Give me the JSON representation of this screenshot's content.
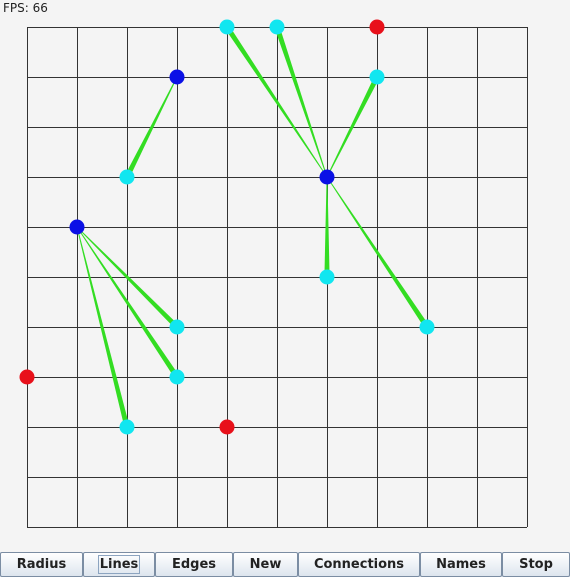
{
  "status": {
    "fps_text": "FPS: 66"
  },
  "grid": {
    "columns": 10,
    "rows": 10
  },
  "colors": {
    "background": "#f4f4f4",
    "grid_line": "#333333",
    "connection": "#33dd22",
    "node_cyan": "#11e6f0",
    "node_blue": "#0a10e6",
    "node_red": "#e8101a"
  },
  "nodes": [
    {
      "id": "c1",
      "type": "cyan",
      "col": 4,
      "row": 0
    },
    {
      "id": "c2",
      "type": "cyan",
      "col": 5,
      "row": 0
    },
    {
      "id": "r1",
      "type": "red",
      "col": 7,
      "row": 0
    },
    {
      "id": "b1",
      "type": "blue",
      "col": 3,
      "row": 1
    },
    {
      "id": "c3",
      "type": "cyan",
      "col": 7,
      "row": 1
    },
    {
      "id": "c4",
      "type": "cyan",
      "col": 2,
      "row": 3
    },
    {
      "id": "b2",
      "type": "blue",
      "col": 6,
      "row": 3
    },
    {
      "id": "b3",
      "type": "blue",
      "col": 1,
      "row": 4
    },
    {
      "id": "c5",
      "type": "cyan",
      "col": 6,
      "row": 5
    },
    {
      "id": "c6",
      "type": "cyan",
      "col": 3,
      "row": 6
    },
    {
      "id": "c7",
      "type": "cyan",
      "col": 8,
      "row": 6
    },
    {
      "id": "r2",
      "type": "red",
      "col": 0,
      "row": 7
    },
    {
      "id": "c8",
      "type": "cyan",
      "col": 3,
      "row": 7
    },
    {
      "id": "c9",
      "type": "cyan",
      "col": 2,
      "row": 8
    },
    {
      "id": "r3",
      "type": "red",
      "col": 4,
      "row": 8
    }
  ],
  "connections": [
    {
      "from": "b1",
      "to": "c4"
    },
    {
      "from": "b2",
      "to": "c1"
    },
    {
      "from": "b2",
      "to": "c2"
    },
    {
      "from": "b2",
      "to": "c3"
    },
    {
      "from": "b2",
      "to": "c5"
    },
    {
      "from": "b2",
      "to": "c7"
    },
    {
      "from": "b3",
      "to": "c6"
    },
    {
      "from": "b3",
      "to": "c8"
    },
    {
      "from": "b3",
      "to": "c9"
    }
  ],
  "toolbar": {
    "buttons": [
      {
        "id": "radius",
        "label": "Radius",
        "focused": false
      },
      {
        "id": "lines",
        "label": "Lines",
        "focused": true
      },
      {
        "id": "edges",
        "label": "Edges",
        "focused": false
      },
      {
        "id": "new",
        "label": "New",
        "focused": false
      },
      {
        "id": "connections",
        "label": "Connections",
        "focused": false
      },
      {
        "id": "names",
        "label": "Names",
        "focused": false
      },
      {
        "id": "stop",
        "label": "Stop",
        "focused": false
      }
    ]
  }
}
